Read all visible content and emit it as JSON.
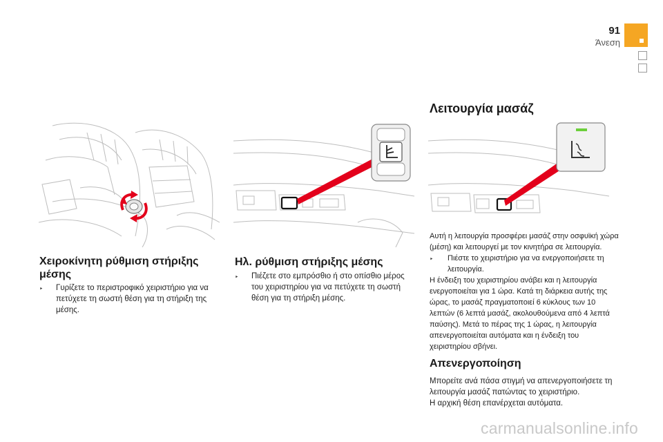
{
  "header": {
    "page_number": "91",
    "chapter": "Άνεση"
  },
  "sections": {
    "manual": {
      "title": "Χειροκίνητη ρύθμιση στήριξης μέσης",
      "bullet": "Γυρίζετε το περιστροφικό χειριστήριο για να πετύχετε τη σωστή θέση για τη στήριξη της μέσης."
    },
    "electric": {
      "title": "Ηλ. ρύθμιση στήριξης μέσης",
      "bullet": "Πιέζετε στο εμπρόσθιο ή στο οπίσθιο μέρος του χειριστηρίου για να πετύχετε τη σωστή θέση για τη στήριξη μέσης."
    },
    "massage": {
      "title": "Λειτουργία μασάζ",
      "intro": "Αυτή η λειτουργία προσφέρει μασάζ στην οσφυϊκή χώρα (μέση) και λειτουργεί με τον κινητήρα σε λειτουργία.",
      "bullet": "Πιέστε το χειριστήριο για να ενεργοποιήσετε τη λειτουργία.",
      "details": "Η ένδειξη του χειριστηρίου ανάβει και η λειτουργία ενεργοποιείται για 1 ώρα. Κατά τη διάρκεια αυτής της ώρας, το μασάζ πραγματοποιεί 6 κύκλους των 10 λεπτών (6 λεπτά μασάζ, ακολουθούμενα από 4 λεπτά παύσης). Μετά το πέρας της 1 ώρας, η λειτουργία απενεργοποιείται αυτόματα και η ένδειξη του χειριστηρίου σβήνει."
    },
    "deactivation": {
      "title": "Απενεργοποίηση",
      "text1": "Μπορείτε ανά πάσα στιγμή να απενεργοποιήσετε τη λειτουργία μασάζ πατώντας το χειριστήριο.",
      "text2": "Η αρχική θέση επανέρχεται αυτόματα."
    }
  },
  "watermark": "carmanualsonline.info",
  "colors": {
    "accent_tab": "#f5a623",
    "arrow_red": "#e3001b",
    "led_green": "#6ccf3a",
    "line_art": "#b8b8b8"
  },
  "icons": {
    "bullet": "arrow-bullet-icon"
  }
}
